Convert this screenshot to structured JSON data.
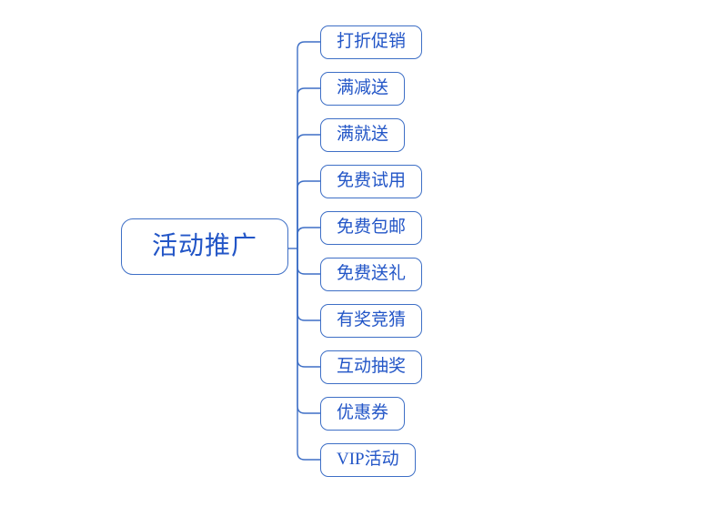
{
  "mindmap": {
    "root": {
      "label": "活动推广"
    },
    "children": [
      {
        "label": "打折促销"
      },
      {
        "label": "满减送"
      },
      {
        "label": "满就送"
      },
      {
        "label": "免费试用"
      },
      {
        "label": "免费包邮"
      },
      {
        "label": "免费送礼"
      },
      {
        "label": "有奖竞猜"
      },
      {
        "label": "互动抽奖"
      },
      {
        "label": "优惠券"
      },
      {
        "label": "VIP活动"
      }
    ],
    "colors": {
      "line": "#3e6fc6",
      "text": "#2356c7",
      "background": "#ffffff"
    }
  }
}
